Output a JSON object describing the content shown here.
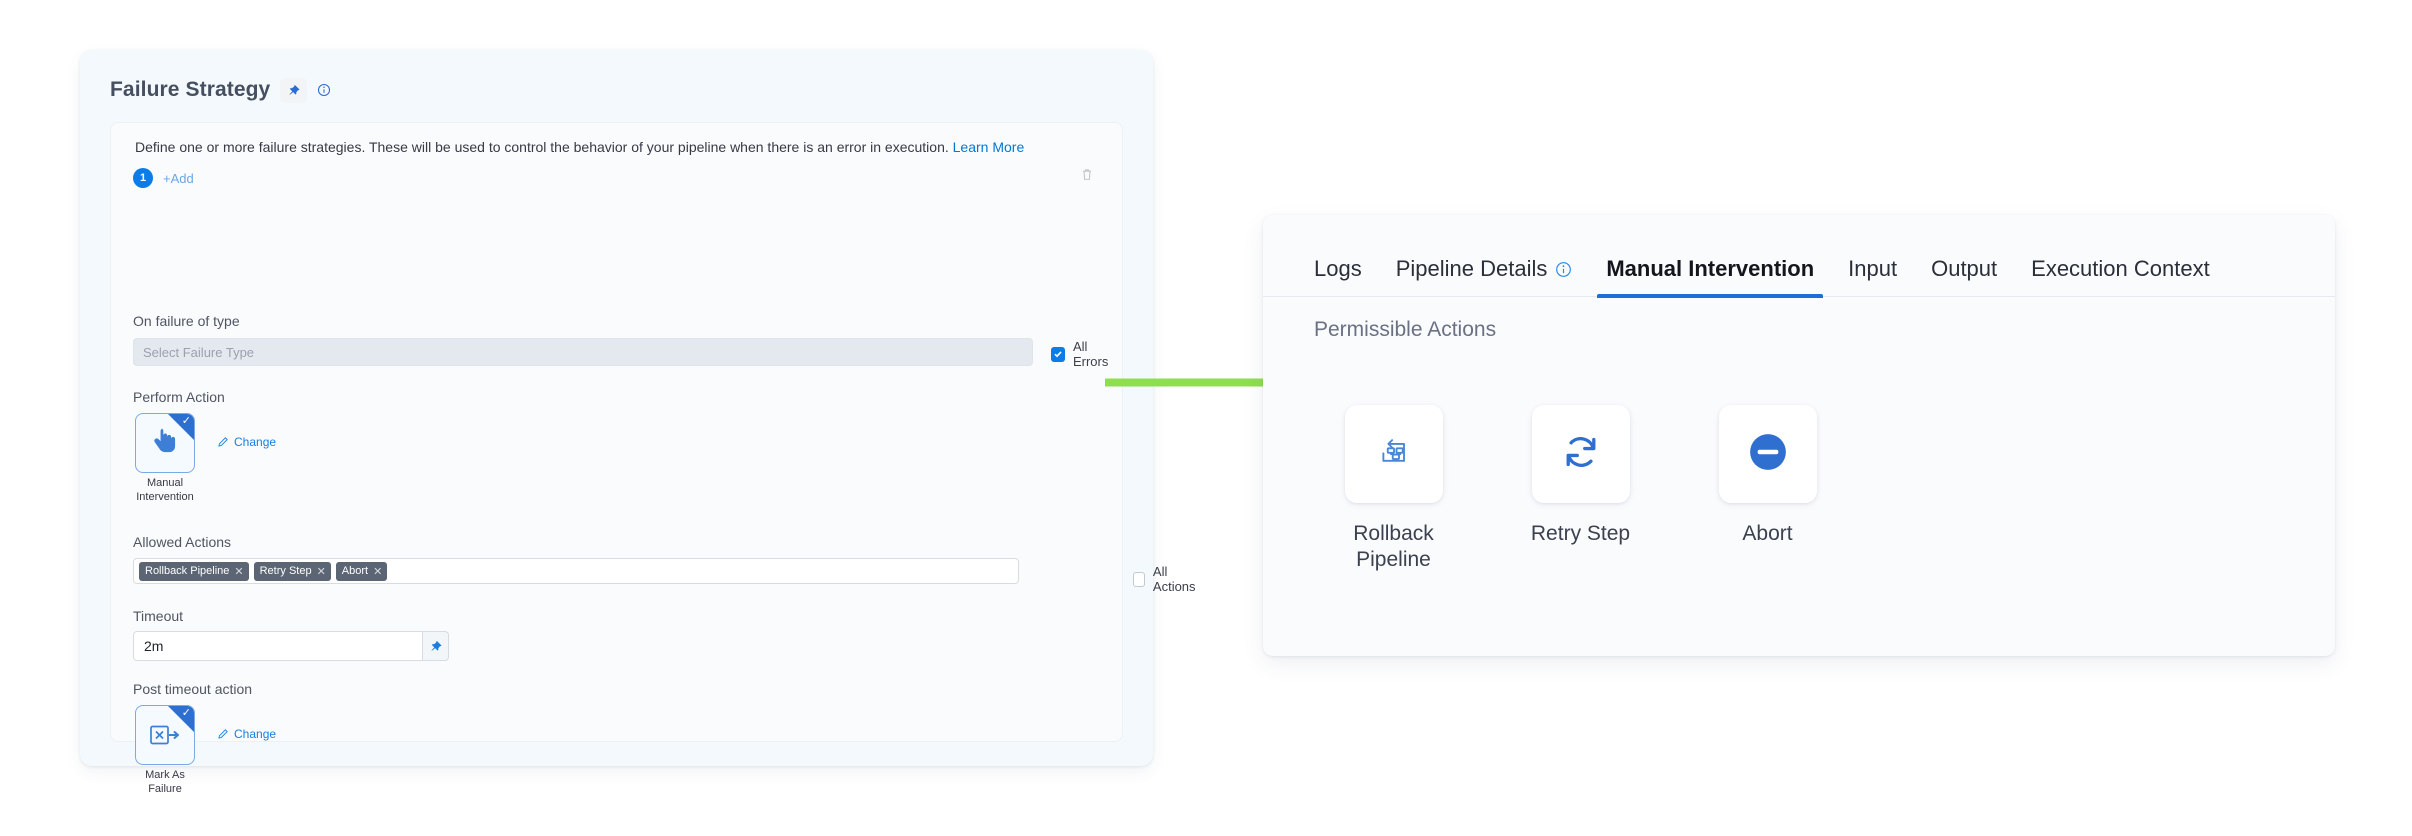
{
  "failure_strategy": {
    "title": "Failure Strategy",
    "pin_icon": "pin-icon",
    "info_icon": "info-icon",
    "description": "Define one or more failure strategies. These will be used to control the behavior of your pipeline when there is an error in execution.",
    "learn_more": "Learn More",
    "strategy_number": "1",
    "add_label": "+Add",
    "delete_icon": "trash-icon",
    "on_failure_label": "On failure of type",
    "failure_type_placeholder": "Select Failure Type",
    "failure_type_value": "",
    "all_errors_label": "All Errors",
    "all_errors_checked": true,
    "perform_action_label": "Perform Action",
    "perform_action": {
      "icon": "pointing-hand-icon",
      "caption": "Manual\nIntervention",
      "caption_line1": "Manual",
      "caption_line2": "Intervention",
      "change_label": "Change",
      "selected": true
    },
    "allowed_actions_label": "Allowed Actions",
    "allowed_actions_tags": [
      "Rollback Pipeline",
      "Retry Step",
      "Abort"
    ],
    "all_actions_label": "All Actions",
    "all_actions_checked": false,
    "timeout_label": "Timeout",
    "timeout_value": "2m",
    "timeout_pin_icon": "pin-icon",
    "post_timeout_label": "Post timeout action",
    "post_timeout_action": {
      "icon": "mark-as-failure-icon",
      "caption_line1": "Mark As",
      "caption_line2": "Failure",
      "change_label": "Change",
      "selected": true
    }
  },
  "connector": {
    "name": "green-arrow",
    "color": "#8ddf4f",
    "direction": "right"
  },
  "intervention_panel": {
    "tabs": [
      {
        "label": "Logs",
        "active": false,
        "has_info_icon": false
      },
      {
        "label": "Pipeline Details",
        "active": false,
        "has_info_icon": true
      },
      {
        "label": "Manual Intervention",
        "active": true,
        "has_info_icon": false
      },
      {
        "label": "Input",
        "active": false,
        "has_info_icon": false
      },
      {
        "label": "Output",
        "active": false,
        "has_info_icon": false
      },
      {
        "label": "Execution Context",
        "active": false,
        "has_info_icon": false
      }
    ],
    "section_title": "Permissible Actions",
    "actions": [
      {
        "icon": "rollback-pipeline-icon",
        "line1": "Rollback",
        "line2": "Pipeline"
      },
      {
        "icon": "retry-step-icon",
        "line1": "Retry Step",
        "line2": ""
      },
      {
        "icon": "abort-icon",
        "line1": "Abort",
        "line2": ""
      }
    ]
  },
  "colors": {
    "accent_blue": "#0b7ce8",
    "tab_active_underline": "#1b6fd6",
    "tag_background": "#5b6573",
    "arrow_green": "#8ddf4f",
    "panel_background": "#f4f9fd"
  }
}
